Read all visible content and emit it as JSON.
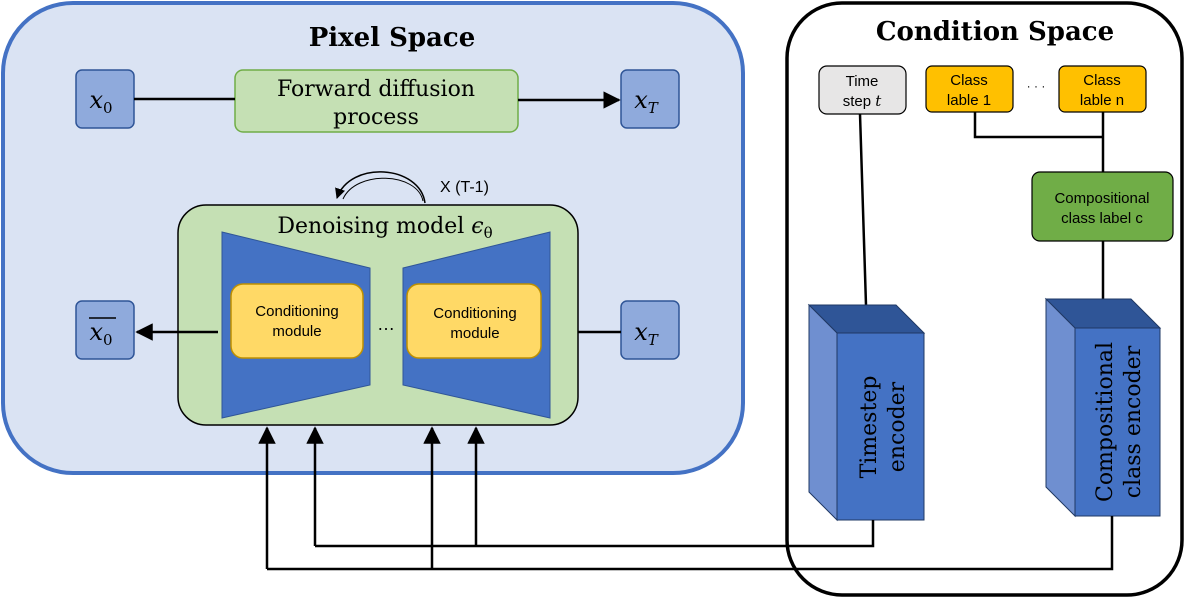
{
  "pixel_space": {
    "title": "Pixel Space",
    "x0": {
      "base": "x",
      "sub": "0"
    },
    "xT_top": {
      "base": "x",
      "sub": "T"
    },
    "forward": {
      "line1": "Forward diffusion",
      "line2": "process"
    },
    "loop_label": "X (T-1)",
    "denoise": {
      "label": "Denoising model ",
      "eps": "ϵ",
      "theta": "θ"
    },
    "cond_module_left": {
      "line1": "Conditioning",
      "line2": "module"
    },
    "cond_module_right": {
      "line1": "Conditioning",
      "line2": "module"
    },
    "dots": "…",
    "x0_hat": {
      "base": "x",
      "sub": "0"
    },
    "xT_bottom": {
      "base": "x",
      "sub": "T"
    }
  },
  "condition_space": {
    "title": "Condition Space",
    "time_step": {
      "line1": "Time",
      "line2": "step ",
      "var": "t"
    },
    "class1": {
      "line1": "Class",
      "line2": "lable 1"
    },
    "class_dots": "· · ·",
    "classn": {
      "line1": "Class",
      "line2": "lable n"
    },
    "compositional_label": {
      "line1": "Compositional",
      "line2": "class label c"
    },
    "timestep_encoder": {
      "line1": "Timestep",
      "line2": "encoder"
    },
    "class_encoder": {
      "line1": "Compositional",
      "line2": "class encoder"
    }
  },
  "colors": {
    "pixel_fill": "#dae3f3",
    "pixel_border": "#4472c4",
    "node_fill": "#8faadc",
    "node_border": "#2f5597",
    "green_fill": "#c5e0b4",
    "green_border": "#70ad47",
    "unet_blue": "#4472c4",
    "cond_yellow": "#ffd966",
    "cond_border": "#bf9000",
    "class_orange": "#ffc000",
    "dark_green": "#70ad47",
    "time_gray": "#e7e6e6"
  }
}
